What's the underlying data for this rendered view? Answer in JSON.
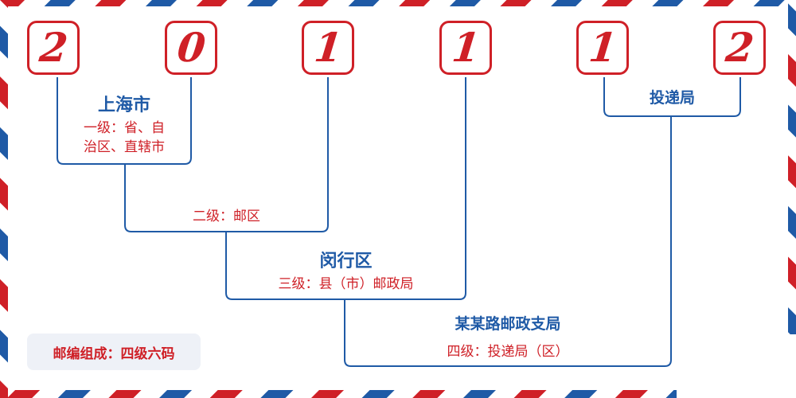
{
  "digits": [
    "2",
    "0",
    "1",
    "1",
    "1",
    "2"
  ],
  "labels": {
    "province_name": "上海市",
    "province_level_line1": "一级：省、自",
    "province_level_line2": "治区、直辖市",
    "district_level": "二级：邮区",
    "county_name": "闵行区",
    "county_level": "三级：县（市）邮政局",
    "office_name": "某某路邮政支局",
    "office_level": "四级：投递局（区）",
    "delivery_name": "投递局"
  },
  "footer": {
    "composition": "邮编组成：四级六码"
  },
  "colors": {
    "red": "#cf2027",
    "blue": "#1f5aa6",
    "tag_bg": "#eef1f7"
  }
}
